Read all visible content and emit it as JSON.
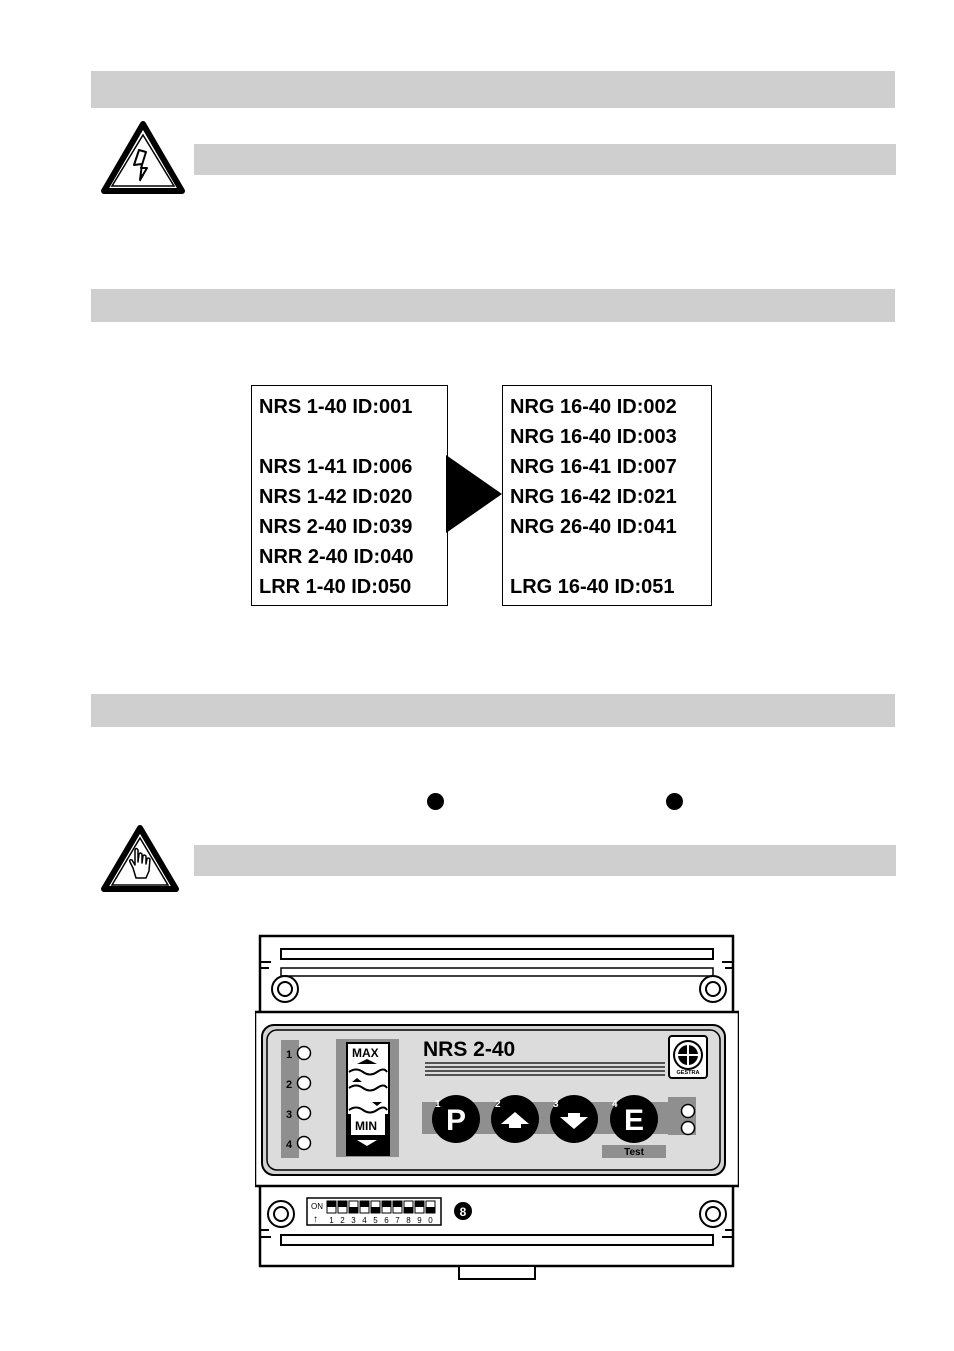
{
  "id_table": {
    "left_lines": [
      "NRS 1-40 ID:001",
      "",
      "NRS 1-41 ID:006",
      "NRS 1-42 ID:020",
      "NRS 2-40 ID:039",
      "NRR 2-40 ID:040",
      "LRR 1-40 ID:050"
    ],
    "right_lines": [
      "NRG 16-40 ID:002",
      "NRG 16-40 ID:003",
      "NRG 16-41 ID:007",
      "NRG 16-42 ID:021",
      "NRG 26-40 ID:041",
      "",
      "LRG 16-40 ID:051"
    ]
  },
  "device": {
    "model": "NRS 2-40",
    "brand": "GESTRA",
    "led_numbers": [
      "1",
      "2",
      "3",
      "4"
    ],
    "level_max": "MAX",
    "level_min": "MIN",
    "buttons": [
      {
        "number": "1",
        "symbol": "P"
      },
      {
        "number": "2",
        "symbol": "up-arrow"
      },
      {
        "number": "3",
        "symbol": "down-arrow"
      },
      {
        "number": "4",
        "symbol": "E"
      }
    ],
    "test_label": "Test",
    "dip_on_label": "ON",
    "dip_numbers": [
      "1",
      "2",
      "3",
      "4",
      "5",
      "6",
      "7",
      "8",
      "9",
      "0"
    ],
    "dip_states_up": [
      true,
      true,
      false,
      true,
      false,
      true,
      true,
      false,
      true,
      false
    ],
    "callout_number": "8"
  },
  "icons": {
    "warning_electric": "high-voltage-warning-icon",
    "warning_hand": "hand-caution-warning-icon"
  }
}
